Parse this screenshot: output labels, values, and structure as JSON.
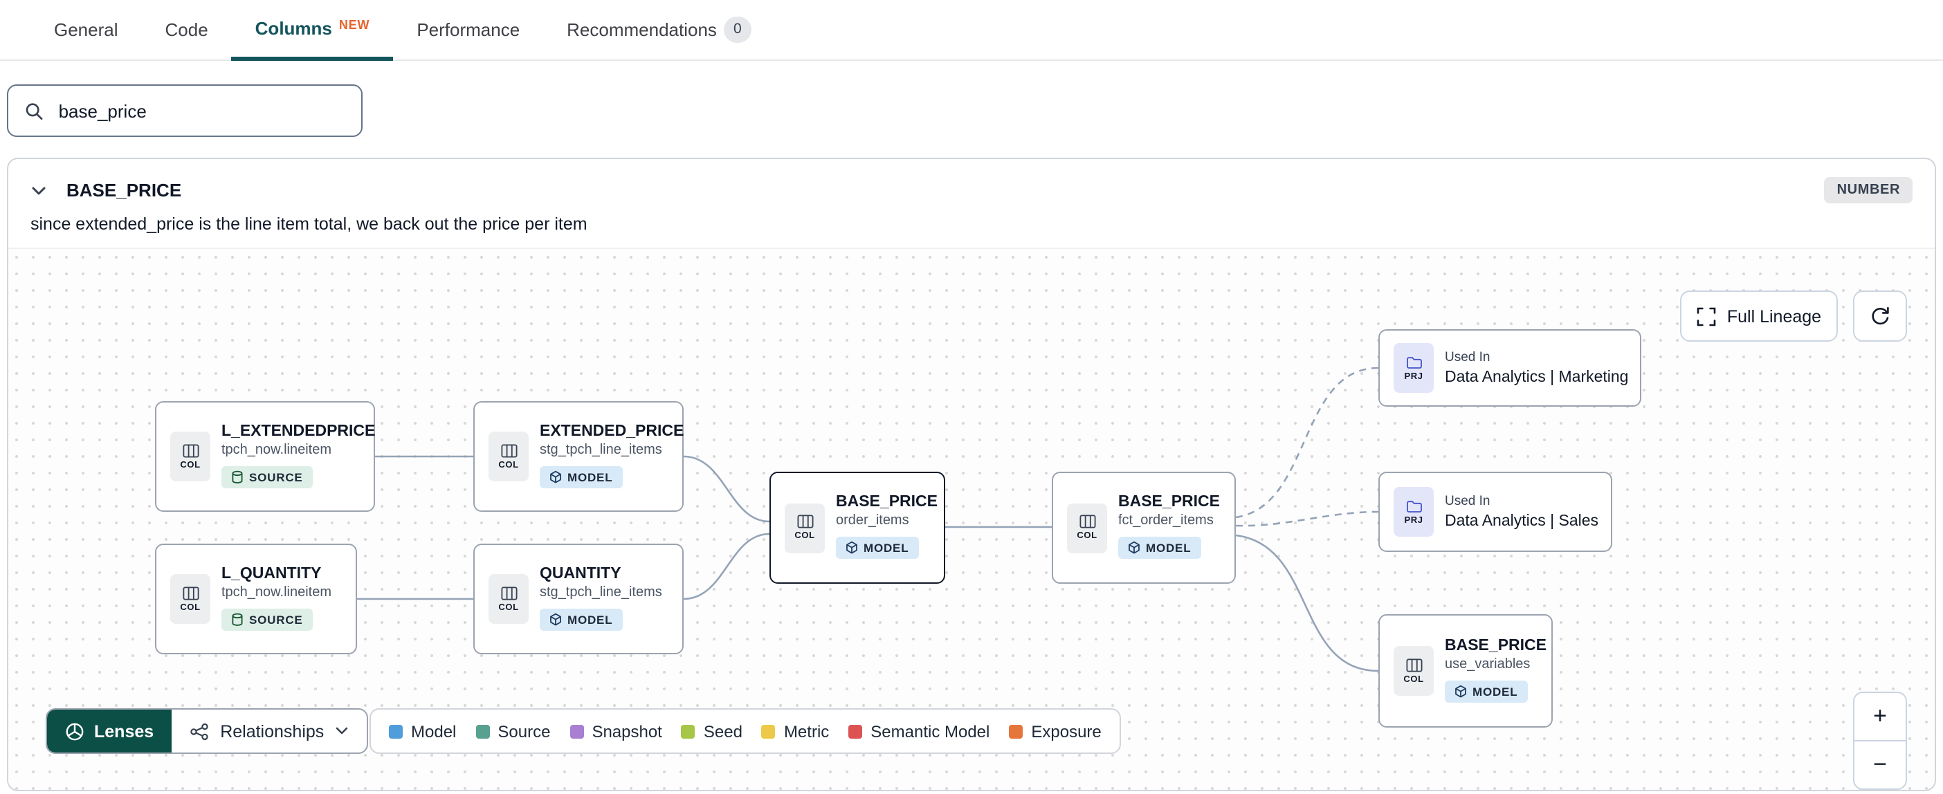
{
  "tabs": [
    {
      "label": "General"
    },
    {
      "label": "Code"
    },
    {
      "label": "Columns",
      "badge": "NEW"
    },
    {
      "label": "Performance"
    },
    {
      "label": "Recommendations",
      "count": "0"
    }
  ],
  "search": {
    "value": "base_price"
  },
  "column_panel": {
    "title": "BASE_PRICE",
    "type_badge": "NUMBER",
    "description": "since extended_price is the line item total, we back out the price per item"
  },
  "lineage": {
    "controls": {
      "full_lineage_label": "Full Lineage",
      "zoom_in": "+",
      "zoom_out": "−",
      "lenses_label": "Lenses",
      "relationships_label": "Relationships"
    },
    "nodes": [
      {
        "kind": "COL",
        "title": "L_EXTENDEDPRICE",
        "subtitle": "tpch_now.lineitem",
        "badge": "SOURCE"
      },
      {
        "kind": "COL",
        "title": "L_QUANTITY",
        "subtitle": "tpch_now.lineitem",
        "badge": "SOURCE"
      },
      {
        "kind": "COL",
        "title": "EXTENDED_PRICE",
        "subtitle": "stg_tpch_line_items",
        "badge": "MODEL"
      },
      {
        "kind": "COL",
        "title": "QUANTITY",
        "subtitle": "stg_tpch_line_items",
        "badge": "MODEL"
      },
      {
        "kind": "COL",
        "title": "BASE_PRICE",
        "subtitle": "order_items",
        "badge": "MODEL"
      },
      {
        "kind": "COL",
        "title": "BASE_PRICE",
        "subtitle": "fct_order_items",
        "badge": "MODEL"
      },
      {
        "kind": "PRJ",
        "used_in": "Used In",
        "title": "Data Analytics | Marketing"
      },
      {
        "kind": "PRJ",
        "used_in": "Used In",
        "title": "Data Analytics | Sales"
      },
      {
        "kind": "COL",
        "title": "BASE_PRICE",
        "subtitle": "use_variables",
        "badge": "MODEL"
      }
    ],
    "legend": [
      {
        "label": "Model",
        "color": "#4f9ddb"
      },
      {
        "label": "Source",
        "color": "#58a08f"
      },
      {
        "label": "Snapshot",
        "color": "#a97fd1"
      },
      {
        "label": "Seed",
        "color": "#a5c646"
      },
      {
        "label": "Metric",
        "color": "#edc949"
      },
      {
        "label": "Semantic Model",
        "color": "#dd5353"
      },
      {
        "label": "Exposure",
        "color": "#e4763c"
      }
    ]
  },
  "colors": {
    "active_tab_teal": "#14555c",
    "new_badge_orange": "#e8632c",
    "lenses_green": "#0b4f47",
    "model_badge_bg": "#d8eaf8",
    "source_badge_bg": "#ddefe7",
    "selected_node_border": "#111827"
  }
}
